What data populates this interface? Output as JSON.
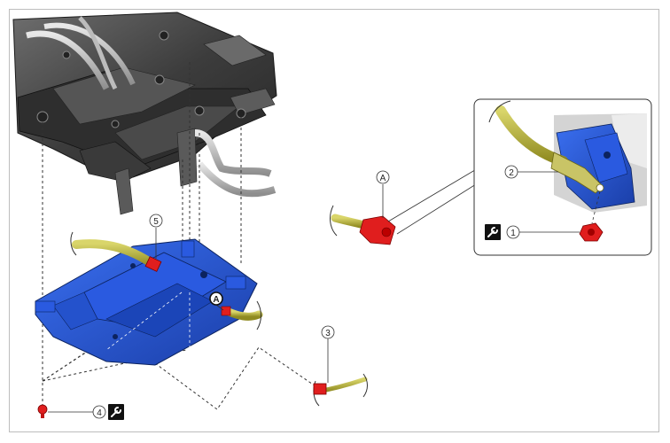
{
  "diagram": {
    "callouts": [
      {
        "id": "1",
        "text": "1"
      },
      {
        "id": "2",
        "text": "2"
      },
      {
        "id": "3",
        "text": "3"
      },
      {
        "id": "4",
        "text": "4"
      },
      {
        "id": "5",
        "text": "5"
      }
    ],
    "reference_labels": [
      {
        "id": "A-main",
        "text": "A"
      },
      {
        "id": "A-detail",
        "text": "A"
      }
    ],
    "icons": [
      "wrench-icon"
    ],
    "colors": {
      "module": "#1f4fc9",
      "cable": "#b9b43a",
      "connector": "#e01e1e",
      "frame": "#3a3a3a"
    }
  }
}
